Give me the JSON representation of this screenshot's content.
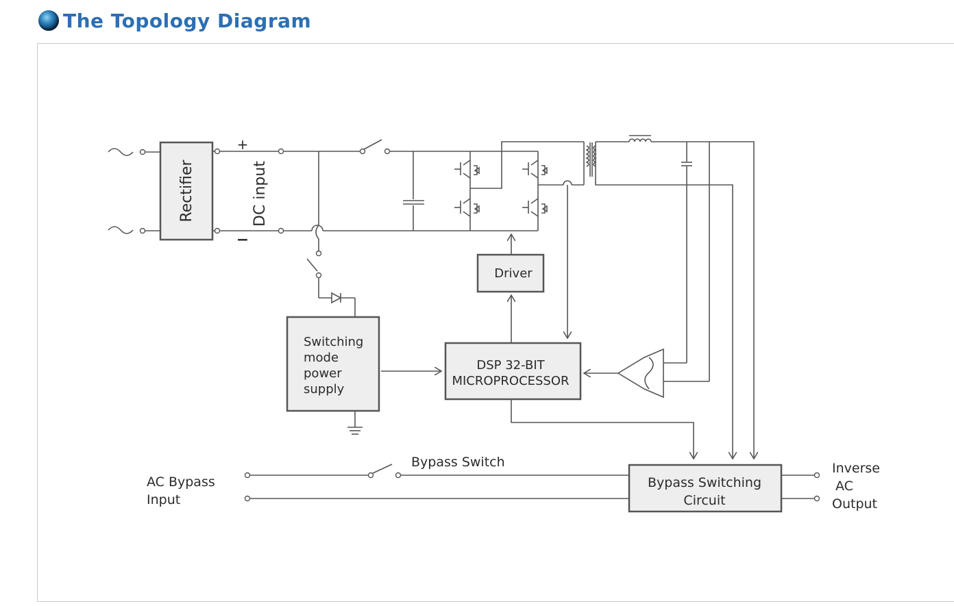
{
  "page": {
    "title": "The Topology Diagram",
    "icon": "globe-bullet-icon",
    "accent_color": "#2c6fb3"
  },
  "diagram": {
    "rectifier": "Rectifier",
    "dc_input": "DC input",
    "plus": "+",
    "minus": "−",
    "driver": "Driver",
    "smps": [
      "Switching",
      "mode",
      "power",
      "supply"
    ],
    "dsp": [
      "DSP 32-BIT",
      "MICROPROCESSOR"
    ],
    "bypass_switch": "Bypass  Switch",
    "ac_bypass_input": [
      "AC Bypass",
      "Input"
    ],
    "bypass_circuit": [
      "Bypass  Switching",
      "Circuit"
    ],
    "inverse_output": [
      "Inverse",
      "AC",
      "Output"
    ]
  }
}
